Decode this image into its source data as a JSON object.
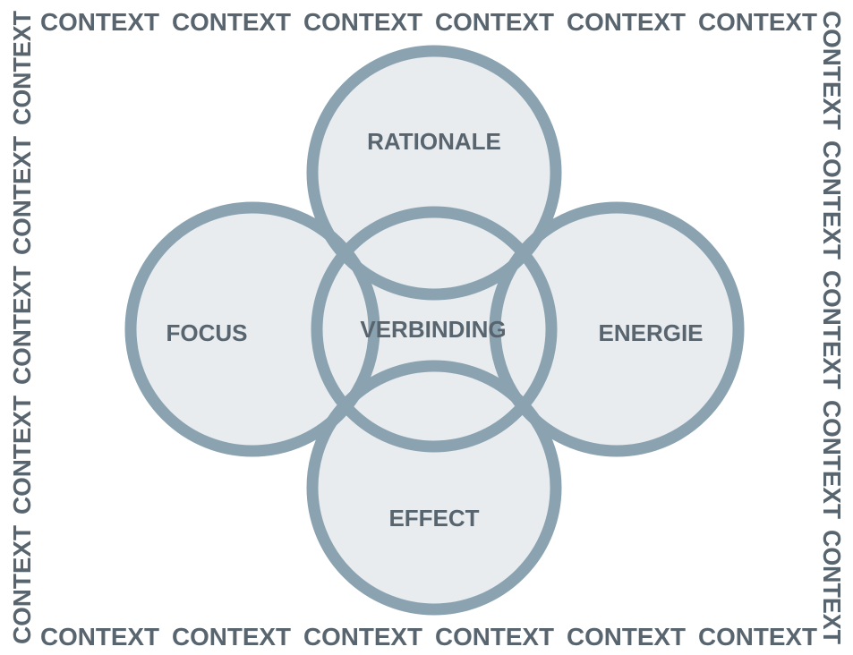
{
  "border": {
    "top": [
      "CONTEXT",
      "CONTEXT",
      "CONTEXT",
      "CONTEXT",
      "CONTEXT",
      "CONTEXT"
    ],
    "bottom": [
      "CONTEXT",
      "CONTEXT",
      "CONTEXT",
      "CONTEXT",
      "CONTEXT",
      "CONTEXT"
    ],
    "left": [
      "CONTEXT",
      "CONTEXT",
      "CONTEXT",
      "CONTEXT",
      "CONTEXT"
    ],
    "right": [
      "CONTEXT",
      "CONTEXT",
      "CONTEXT",
      "CONTEXT",
      "CONTEXT"
    ]
  },
  "circles": {
    "top": "RATIONALE",
    "left": "FOCUS",
    "center": "VERBINDING",
    "right": "ENERGIE",
    "bottom": "EFFECT"
  },
  "colors": {
    "circle_fill": "#e8ecef",
    "circle_stroke": "#8ba3b1",
    "text": "#58656f"
  }
}
